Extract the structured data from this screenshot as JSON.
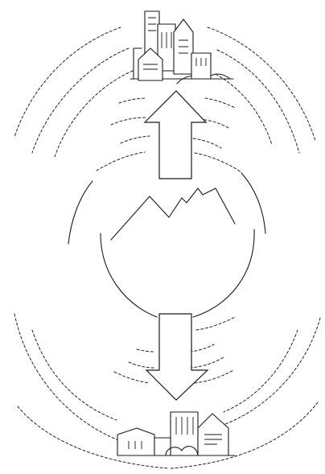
{
  "diagram": {
    "nodes": [
      {
        "id": "top-town",
        "kind": "town"
      },
      {
        "id": "mountain-zone",
        "kind": "mountain"
      },
      {
        "id": "bottom-town",
        "kind": "town"
      }
    ],
    "connections": [
      {
        "from": "mountain-zone",
        "to": "top-town",
        "kind": "bidirectional-arrow"
      },
      {
        "from": "mountain-zone",
        "to": "bottom-town",
        "kind": "bidirectional-arrow"
      }
    ],
    "colors": {
      "stroke": "#1a1a1a",
      "fill": "#ffffff"
    }
  }
}
